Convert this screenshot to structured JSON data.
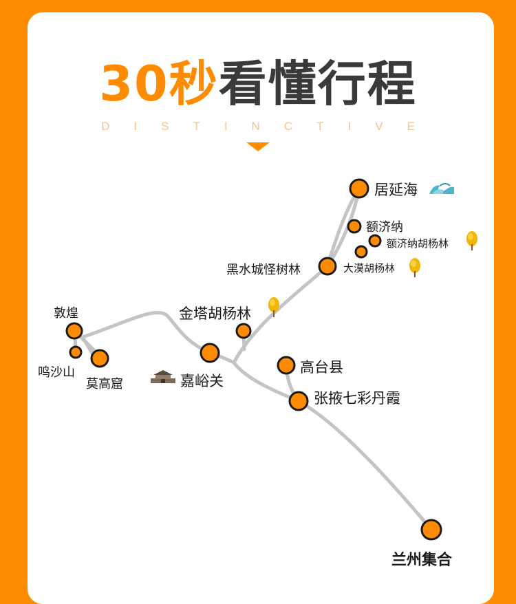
{
  "title": {
    "highlight": "30秒",
    "main": "看懂行程"
  },
  "subtitle": "DISTINCTIVE",
  "stops": {
    "juyanhai": "居延海",
    "ejina": "额济纳",
    "ejina_populus": "额济纳胡杨林",
    "damo_populus": "大漠胡杨林",
    "heishui": "黑水城怪树林",
    "jinta_populus": "金塔胡杨林",
    "dunhuang": "敦煌",
    "mingsha": "鸣沙山",
    "mogao": "莫高窟",
    "jiayuguan": "嘉峪关",
    "gaotai": "高台县",
    "zhangye": "张掖七彩丹霞",
    "lanzhou": "兰州集合"
  },
  "colors": {
    "background": "#ff8c00",
    "node_fill": "#ff8c00",
    "node_stroke": "#1a1a1a",
    "route": "#c4c4c4",
    "title_dark": "#3a3a3a"
  },
  "icons": {
    "juyanhai": "wave-icon",
    "ejina_populus": "yellow-tree-icon",
    "damo_populus": "yellow-tree-icon",
    "jinta_populus": "yellow-tree-icon",
    "jiayuguan": "fortress-icon"
  }
}
